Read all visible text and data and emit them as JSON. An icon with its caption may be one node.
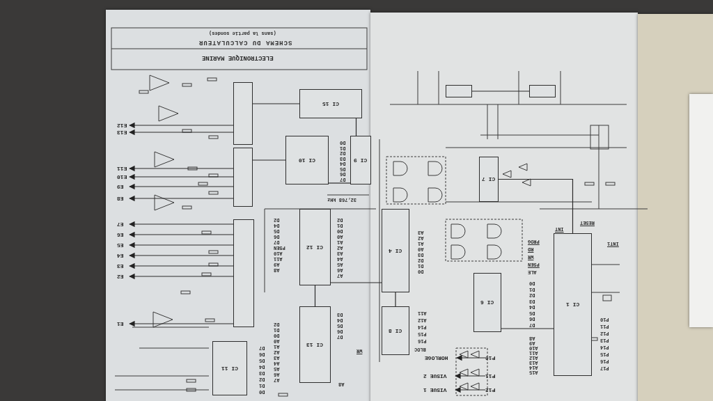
{
  "diagram": {
    "title": "SCHEMA DU CALCULATEUR",
    "nodes": [
      {
        "text": [],
        "shape": "box"
      },
      {
        "text": [],
        "shape": "box"
      },
      {
        "text": [
          "CI 15"
        ]
      },
      {
        "text": [
          "CI 10"
        ]
      },
      {
        "text": [
          "CI 9"
        ]
      },
      {
        "text": [],
        "shape": "box"
      },
      {
        "text": [
          "CI 12"
        ]
      },
      {
        "text": [
          "CI 13"
        ]
      },
      {
        "text": [
          "CI 11"
        ]
      },
      {
        "text": [
          "CI 4"
        ]
      },
      {
        "text": [
          "CI 8"
        ]
      },
      {
        "text": [
          "CI 7"
        ]
      },
      {
        "text": [
          "CI 6"
        ]
      },
      {
        "text": [
          "CI 1"
        ],
        "beside": [
          "INT",
          "RESET"
        ]
      },
      {
        "text": [],
        "shape": "box"
      },
      {
        "text": [],
        "shape": "box"
      },
      {
        "text": [
          "E12"
        ]
      },
      {
        "text": [
          "E13"
        ]
      },
      {
        "text": [
          "E11"
        ]
      },
      {
        "text": [
          "E10"
        ]
      },
      {
        "text": [
          "E9"
        ]
      },
      {
        "text": [
          "E8"
        ]
      },
      {
        "text": [
          "E7"
        ]
      },
      {
        "text": [
          "E6"
        ]
      },
      {
        "text": [
          "E5"
        ]
      },
      {
        "text": [
          "E4"
        ]
      },
      {
        "text": [
          "E3"
        ]
      },
      {
        "text": [
          "E2"
        ]
      },
      {
        "text": [
          "E1"
        ]
      },
      {
        "text": [
          "HORLOGE"
        ]
      },
      {
        "text": [
          "VISUE 2"
        ]
      },
      {
        "text": [
          "VISUE 1"
        ]
      },
      {
        "text": [
          "P10"
        ]
      },
      {
        "text": [
          "P11"
        ]
      },
      {
        "text": [
          "P12"
        ]
      }
    ],
    "edges": [
      {
        "from": 0,
        "to": 16,
        "arrow": "to"
      },
      {
        "from": 0,
        "to": 17,
        "arrow": "to"
      },
      {
        "from": 1,
        "to": 18,
        "arrow": "to"
      },
      {
        "from": 1,
        "to": 19,
        "arrow": "to"
      },
      {
        "from": 1,
        "to": 20,
        "arrow": "to"
      },
      {
        "from": 1,
        "to": 21,
        "arrow": "to"
      },
      {
        "from": 5,
        "to": 22,
        "arrow": "to"
      },
      {
        "from": 5,
        "to": 23,
        "arrow": "to"
      },
      {
        "from": 5,
        "to": 24,
        "arrow": "to"
      },
      {
        "from": 5,
        "to": 25,
        "arrow": "to"
      },
      {
        "from": 5,
        "to": 26,
        "arrow": "to"
      },
      {
        "from": 5,
        "to": 27,
        "arrow": "to"
      },
      {
        "from": 5,
        "to": 28,
        "arrow": "to"
      },
      {
        "from": 0,
        "to": 2,
        "arrow": "none"
      },
      {
        "from": 1,
        "to": 3,
        "arrow": "none"
      },
      {
        "from": 3,
        "to": 4,
        "arrow": "none"
      },
      {
        "from": 2,
        "to": 4,
        "arrow": "none"
      },
      {
        "from": 6,
        "to": 9,
        "arrow": "none"
      },
      {
        "from": 9,
        "to": 10,
        "arrow": "none"
      },
      {
        "from": 6,
        "to": 7,
        "arrow": "none"
      },
      {
        "from": 12,
        "to": 13,
        "arrow": "none"
      },
      {
        "from": 11,
        "to": 13,
        "arrow": "none"
      },
      {
        "from": 14,
        "to": 15,
        "arrow": "none"
      },
      {
        "from": 32,
        "to": 29,
        "arrow": "to"
      },
      {
        "from": 33,
        "to": 30,
        "arrow": "to"
      },
      {
        "from": 34,
        "to": 31,
        "arrow": "to"
      }
    ],
    "labels": [
      "(sans la partie sondes)",
      "ELECTRONIQUE MARINE",
      "D0",
      "D1",
      "D2",
      "D3",
      "D4",
      "D5",
      "D6",
      "D7",
      "32,768 kHz",
      "D2",
      "D4",
      "D5",
      "D6",
      "D7",
      "PSEN",
      "A10",
      "A11",
      "A9",
      "A8",
      "D2",
      "D1",
      "D0",
      "A0",
      "A1",
      "A2",
      "A3",
      "A4",
      "A5",
      "A6",
      "A7",
      "D2",
      "D1",
      "D0",
      "A0",
      "A1",
      "A2",
      "A3",
      "A4",
      "A5",
      "A6",
      "A7",
      "D3",
      "D4",
      "D5",
      "D6",
      "D7",
      "WR",
      "A8",
      "D7",
      "D6",
      "D5",
      "D4",
      "D3",
      "D2",
      "D1",
      "D0",
      "A3",
      "A2",
      "A1",
      "A0",
      "D3",
      "D2",
      "D1",
      "D0",
      "A11",
      "A12",
      "P14",
      "P15",
      "P16",
      "BLOC",
      "PROG",
      "RD",
      "WR",
      "PSEN",
      "ALE",
      "D0",
      "D1",
      "D2",
      "D3",
      "D4",
      "D5",
      "D6",
      "D7",
      "A8",
      "A9",
      "A10",
      "A11",
      "A12",
      "A13",
      "A14",
      "A15",
      "P10",
      "P11",
      "P12",
      "P13",
      "P14",
      "P15",
      "P16",
      "P17",
      "INT1"
    ]
  }
}
